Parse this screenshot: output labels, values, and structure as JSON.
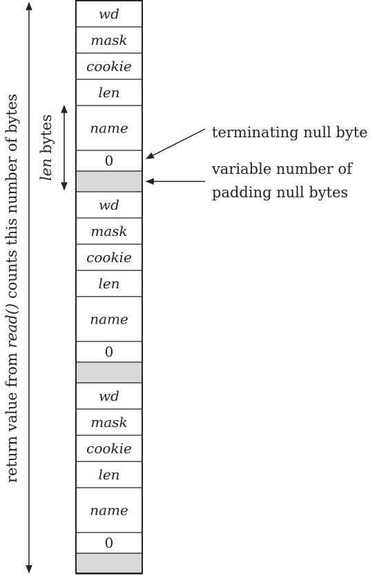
{
  "structure": {
    "records": [
      {
        "fields": [
          {
            "label": "wd",
            "italic": true
          },
          {
            "label": "mask",
            "italic": true
          },
          {
            "label": "cookie",
            "italic": true
          },
          {
            "label": "len",
            "italic": true
          },
          {
            "label": "name",
            "italic": true
          },
          {
            "label": "0",
            "italic": false
          },
          {
            "label": "",
            "italic": false,
            "padding": true
          }
        ]
      },
      {
        "fields": [
          {
            "label": "wd",
            "italic": true
          },
          {
            "label": "mask",
            "italic": true
          },
          {
            "label": "cookie",
            "italic": true
          },
          {
            "label": "len",
            "italic": true
          },
          {
            "label": "name",
            "italic": true
          },
          {
            "label": "0",
            "italic": false
          },
          {
            "label": "",
            "italic": false,
            "padding": true
          }
        ]
      },
      {
        "fields": [
          {
            "label": "wd",
            "italic": true
          },
          {
            "label": "mask",
            "italic": true
          },
          {
            "label": "cookie",
            "italic": true
          },
          {
            "label": "len",
            "italic": true
          },
          {
            "label": "name",
            "italic": true
          },
          {
            "label": "0",
            "italic": false
          },
          {
            "label": "",
            "italic": false,
            "padding": true
          }
        ]
      }
    ]
  },
  "annotations": {
    "terminating_null": "terminating null byte",
    "padding_line1": "variable number of",
    "padding_line2": "padding null bytes"
  },
  "len_label": {
    "italic_part": "len",
    "rest": " bytes"
  },
  "total_label": {
    "before": "return value from ",
    "italic_part": "read()",
    "after": " counts this number of bytes"
  },
  "colors": {
    "line": "#222222",
    "padding_fill": "#d9d9d9",
    "text": "#222222"
  }
}
